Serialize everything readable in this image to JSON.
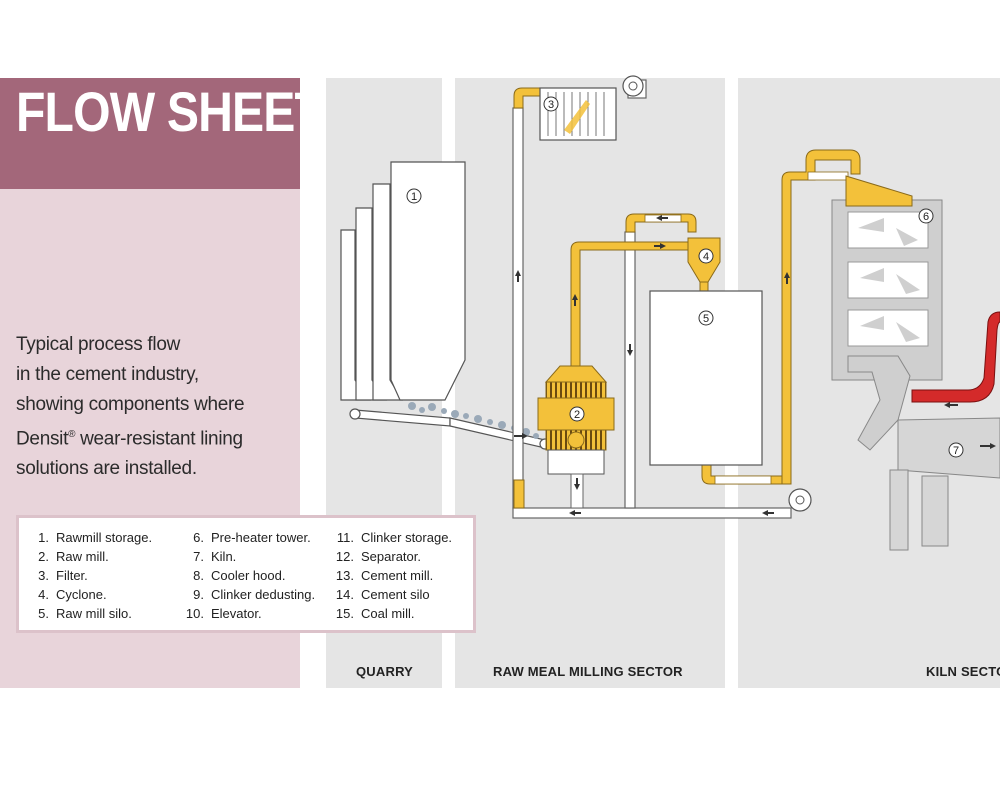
{
  "title": "FLOW SHEET",
  "description": {
    "line1": "Typical process flow",
    "line2": "in the cement industry,",
    "line3": "showing components where",
    "line4_pre": "Densit",
    "line4_mark": "®",
    "line4_post": " wear-resistant lining",
    "line5": "solutions are installed."
  },
  "legend": {
    "col1": [
      {
        "n": "1.",
        "label": "Rawmill storage."
      },
      {
        "n": "2.",
        "label": "Raw mill."
      },
      {
        "n": "3.",
        "label": "Filter."
      },
      {
        "n": "4.",
        "label": "Cyclone."
      },
      {
        "n": "5.",
        "label": "Raw mill silo."
      }
    ],
    "col2": [
      {
        "n": "6.",
        "label": "Pre-heater tower."
      },
      {
        "n": "7.",
        "label": "Kiln."
      },
      {
        "n": "8.",
        "label": "Cooler hood."
      },
      {
        "n": "9.",
        "label": "Clinker dedusting."
      },
      {
        "n": "10.",
        "label": "Elevator."
      }
    ],
    "col3": [
      {
        "n": "11.",
        "label": "Clinker storage."
      },
      {
        "n": "12.",
        "label": "Separator."
      },
      {
        "n": "13.",
        "label": "Cement mill."
      },
      {
        "n": "14.",
        "label": "Cement silo"
      },
      {
        "n": "15.",
        "label": "Coal mill."
      }
    ]
  },
  "sectors": {
    "quarry": "QUARRY",
    "raw_meal": "RAW MEAL MILLING SECTOR",
    "kiln": "KILN SECTOR"
  },
  "markers": {
    "m1": "1",
    "m2": "2",
    "m3": "3",
    "m4": "4",
    "m5": "5",
    "m6": "6",
    "m7": "7"
  },
  "colors": {
    "title_bg": "#a3677a",
    "panel_bg": "#e8d4da",
    "band_bg": "#e5e5e5",
    "duct_yellow": "#f3c13a",
    "duct_red": "#d42a2a"
  }
}
